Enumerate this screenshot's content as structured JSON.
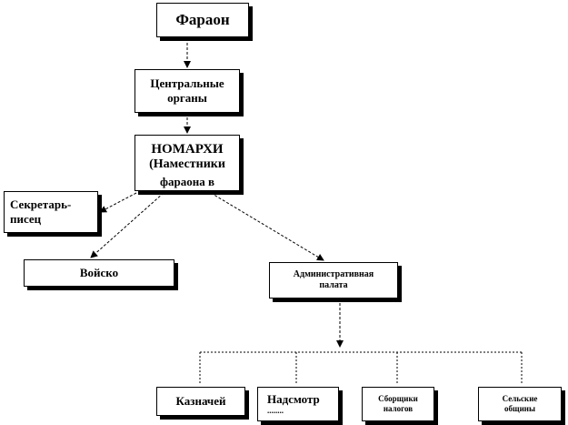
{
  "nodes": {
    "pharaoh": "Фараон",
    "central": "Центральные органы",
    "nomarchs_title": "НОМАРХИ",
    "nomarchs_sub": "(Наместники",
    "nomarchs_cut": "фараона в",
    "scribe": "Секретарь-писец",
    "army": "Войско",
    "admin": "Административная палата",
    "treasurer": "Казначей",
    "overseer": "Надсмотр",
    "overseer_cut": "........",
    "tax": "Сборщики налогов",
    "village": "Сельские общины"
  }
}
